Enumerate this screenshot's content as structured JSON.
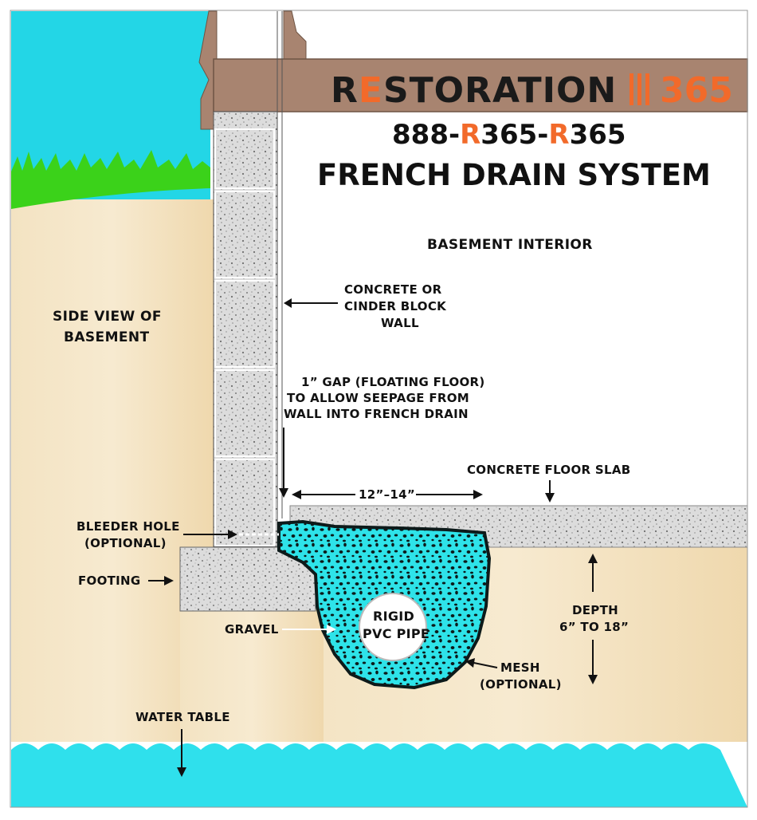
{
  "brand": {
    "name_part1": "R",
    "name_accent": "E",
    "name_part2": "STORATION",
    "number": "365",
    "phone_pre": "888-",
    "phone_r1": "R",
    "phone_mid": "365-",
    "phone_r2": "R",
    "phone_end": "365",
    "title": "FRENCH DRAIN SYSTEM"
  },
  "labels": {
    "basement_interior": "BASEMENT INTERIOR",
    "side_view": [
      "SIDE VIEW OF",
      "BASEMENT"
    ],
    "wall": [
      "CONCRETE OR",
      "CINDER BLOCK",
      "WALL"
    ],
    "gap": [
      "1” GAP (FLOATING FLOOR)",
      "TO ALLOW SEEPAGE FROM",
      "WALL INTO FRENCH DRAIN"
    ],
    "floor_slab": "CONCRETE FLOOR SLAB",
    "width": "12”–14”",
    "bleeder": [
      "BLEEDER HOLE",
      "(OPTIONAL)"
    ],
    "footing": "FOOTING",
    "gravel": "GRAVEL",
    "pipe": [
      "RIGID",
      "PVC PIPE"
    ],
    "mesh": [
      "MESH",
      "(OPTIONAL)"
    ],
    "depth": [
      "DEPTH",
      "6” TO 18”"
    ],
    "water_table": "WATER TABLE"
  },
  "colors": {
    "sky": "#23d6e6",
    "soil": "#f2dfba",
    "grass": "#3bd21a",
    "wood": "#a88470",
    "block": "#d9d9d9",
    "gravel": "#28e0e6",
    "water": "#2fe0ec",
    "accent": "#f26a2a"
  }
}
